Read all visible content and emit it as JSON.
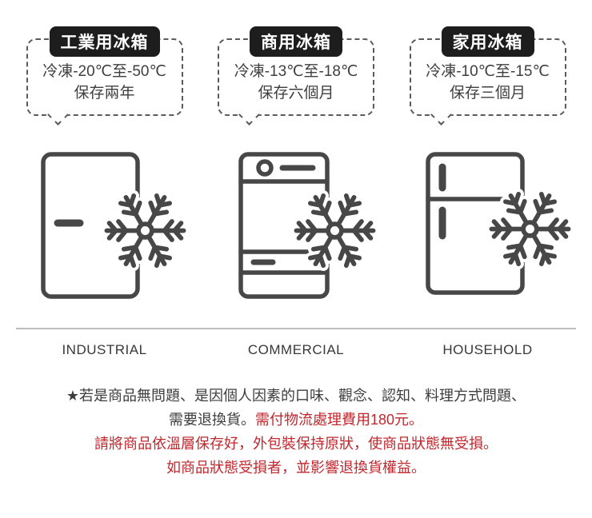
{
  "columns": [
    {
      "badge": "工業用冰箱",
      "temp": "冷凍-20℃至-50℃",
      "storage": "保存兩年",
      "label": "INDUSTRIAL",
      "icons": [
        "industrial-fridge-icon",
        "snowflake-icon"
      ]
    },
    {
      "badge": "商用冰箱",
      "temp": "冷凍-13℃至-18℃",
      "storage": "保存六個月",
      "label": "COMMERCIAL",
      "icons": [
        "commercial-fridge-icon",
        "snowflake-icon"
      ]
    },
    {
      "badge": "家用冰箱",
      "temp": "冷凍-10℃至-15℃",
      "storage": "保存三個月",
      "label": "HOUSEHOLD",
      "icons": [
        "household-fridge-icon",
        "snowflake-icon"
      ]
    }
  ],
  "notice": {
    "line1": "★若是商品無問題、是因個人因素的口味、觀念、認知、料理方式問題、",
    "line2_dark": "需要退換貨。",
    "line2_red": "需付物流處理費用180元。",
    "line3": "請將商品依溫層保存好，外包裝保持原狀，使商品狀態無受損。",
    "line4": "如商品狀態受損者，並影響退換貨權益。"
  },
  "colors": {
    "ink": "#474747",
    "badge_bg": "#1d1d1d",
    "dashed_border": "#5a5a5a",
    "divider": "#bdbdbd",
    "red": "#c1272d"
  }
}
